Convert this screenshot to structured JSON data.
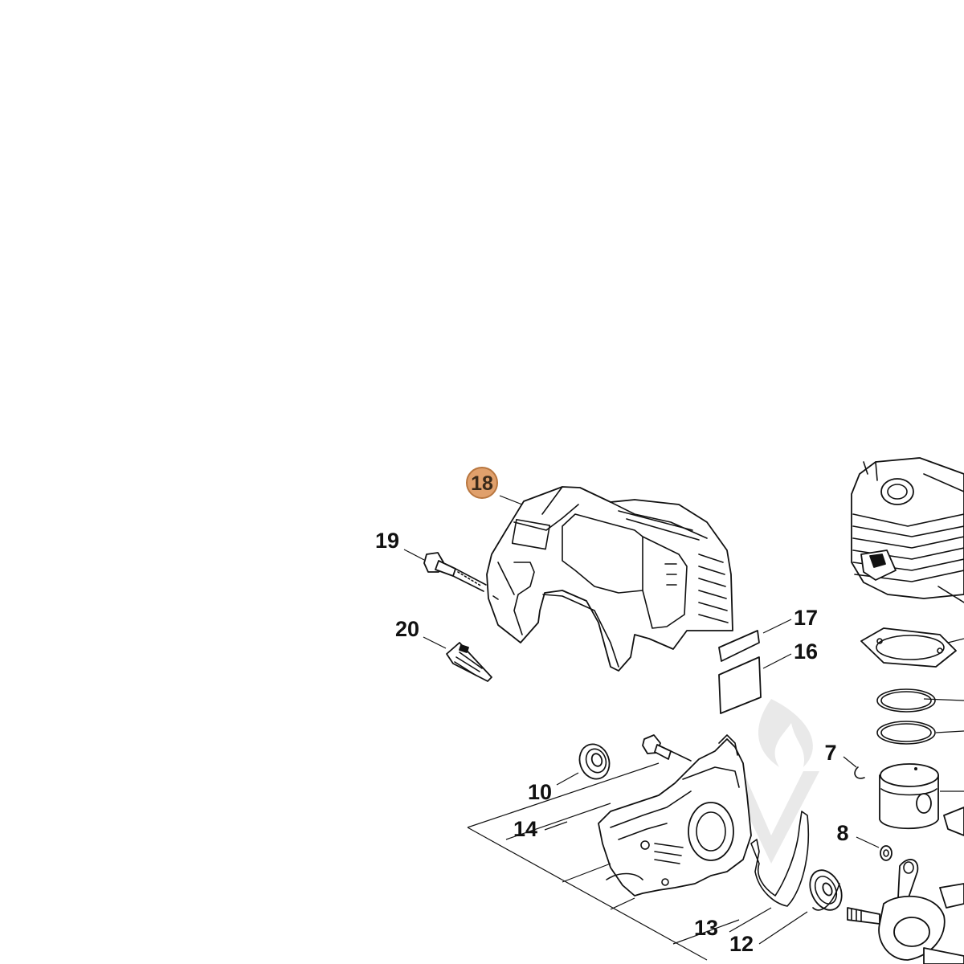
{
  "callouts": {
    "c18": "18",
    "c19": "19",
    "c20": "20",
    "c17": "17",
    "c16": "16",
    "c7": "7",
    "c10": "10",
    "c14": "14",
    "c8": "8",
    "c13": "13",
    "c12": "12"
  },
  "highlight": {
    "active_callout": "18",
    "fill_color": "#e0a06c",
    "stroke_color": "#b8763f"
  }
}
